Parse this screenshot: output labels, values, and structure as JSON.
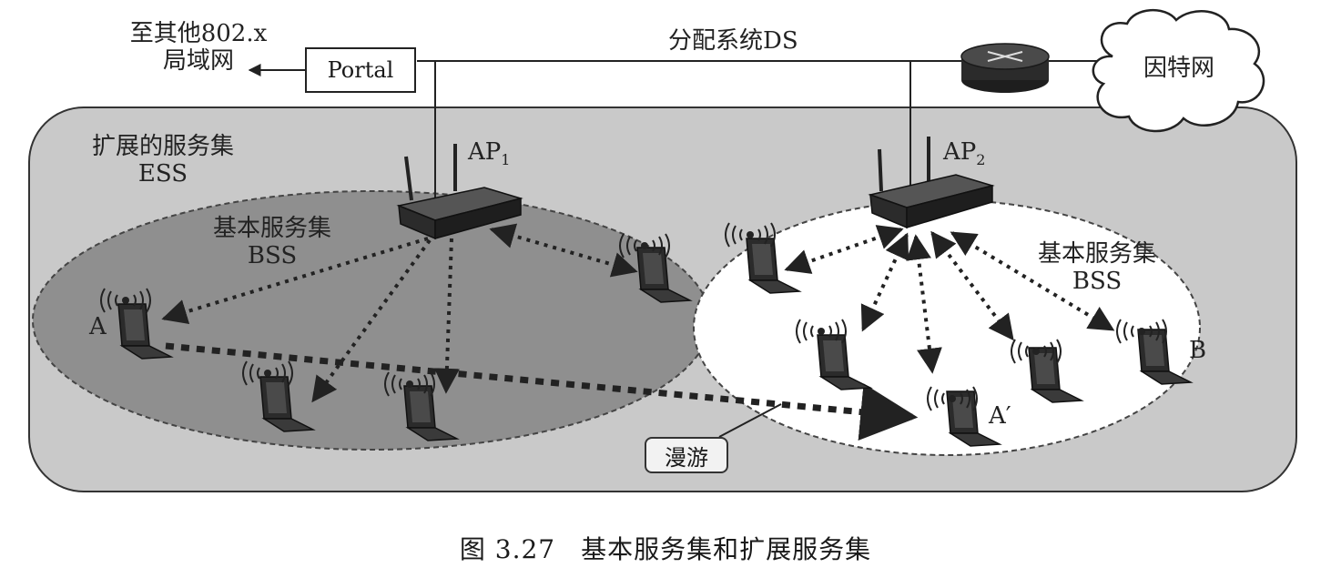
{
  "labels": {
    "to_other_lan_line1": "至其他802.x",
    "to_other_lan_line2": "局域网",
    "portal": "Portal",
    "ds": "分配系统DS",
    "internet": "因特网",
    "ess_line1": "扩展的服务集",
    "ess_line2": "ESS",
    "ap1": "AP",
    "ap1_sub": "1",
    "ap2": "AP",
    "ap2_sub": "2",
    "bss_left_line1": "基本服务集",
    "bss_left_line2": "BSS",
    "bss_right_line1": "基本服务集",
    "bss_right_line2": "BSS",
    "station_a": "A",
    "station_a_prime": "A′",
    "station_b": "B",
    "roaming": "漫游"
  },
  "caption": {
    "number": "图 3.27",
    "text": "基本服务集和扩展服务集"
  },
  "colors": {
    "ess_fill": "#c9c9c9",
    "bss_left_fill": "#8f8f8f",
    "bss_right_fill": "#ffffff",
    "device_dark": "#2b2b2b"
  },
  "icons": [
    "access-point-icon",
    "router-icon",
    "cloud-icon",
    "laptop-icon",
    "wireless-signal-icon"
  ]
}
